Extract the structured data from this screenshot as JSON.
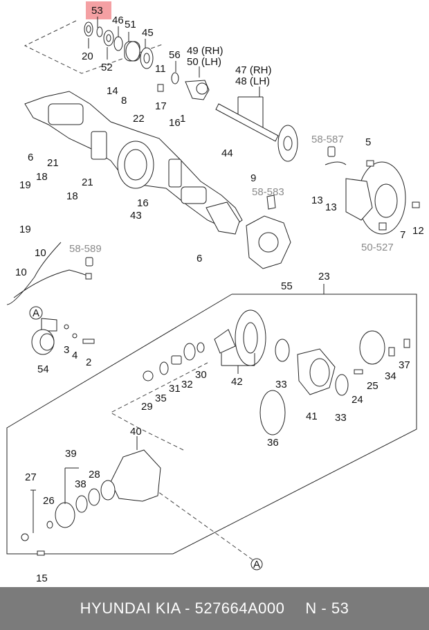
{
  "highlight_color": "#f4a0a3",
  "footer": {
    "brand": "HYUNDAI  KIA - 527664A000",
    "ref": "N - 53"
  },
  "labels": {
    "p53": "53",
    "p46": "46",
    "p51": "51",
    "p45": "45",
    "p20": "20",
    "p52": "52",
    "p56": "56",
    "p49": "49 (RH)",
    "p50": "50 (LH)",
    "p11": "11",
    "p47": "47 (RH)",
    "p48": "48 (LH)",
    "p14": "14",
    "p8": "8",
    "p22": "22",
    "p17": "17",
    "p1": "1",
    "p16a": "16",
    "p6a": "6",
    "p44": "44",
    "p58_587": "58-587",
    "p5": "5",
    "p21a": "21",
    "p18a": "18",
    "p19a": "19",
    "p21b": "21",
    "p18b": "18",
    "p16b": "16",
    "p43": "43",
    "p19b": "19",
    "p9": "9",
    "p58_583": "58-583",
    "p13a": "13",
    "p13b": "13",
    "p12": "12",
    "p7": "7",
    "p50_527": "50-527",
    "p6b": "6",
    "p55": "55",
    "p10a": "10",
    "p58_589": "58-589",
    "p10b": "10",
    "p23": "23",
    "pA1": "A",
    "p3": "3",
    "p4": "4",
    "p2": "2",
    "p54": "54",
    "p42": "42",
    "p32": "32",
    "p30": "30",
    "p31": "31",
    "p35": "35",
    "p29": "29",
    "p33a": "33",
    "p41": "41",
    "p33b": "33",
    "p24": "24",
    "p25": "25",
    "p34": "34",
    "p37": "37",
    "p36": "36",
    "p40": "40",
    "p39": "39",
    "p28": "28",
    "p38": "38",
    "p27": "27",
    "p26": "26",
    "p15": "15",
    "pA2": "A"
  }
}
